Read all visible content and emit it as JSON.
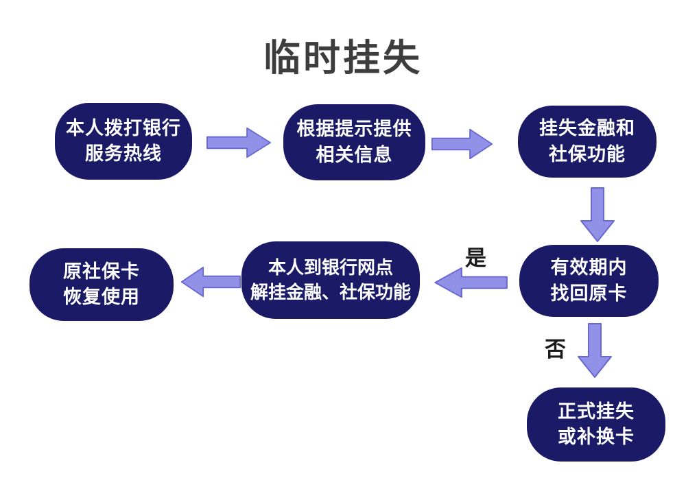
{
  "title": "临时挂失",
  "colors": {
    "page_bg": "#ffffff",
    "node_bg": "#1a1a66",
    "node_text": "#ffffff",
    "arrow_fill": "#9191e8",
    "arrow_stroke": "#6868d2",
    "title_color": "#3d3d3d",
    "edge_label_color": "#1a1a1a"
  },
  "nodes": [
    {
      "id": "call-bank-hotline",
      "lines": [
        "本人拨打银行",
        "服务热线"
      ]
    },
    {
      "id": "provide-info",
      "lines": [
        "根据提示提供",
        "相关信息"
      ]
    },
    {
      "id": "report-loss",
      "lines": [
        "挂失金融和",
        "社保功能"
      ]
    },
    {
      "id": "find-original-card",
      "lines": [
        "有效期内",
        "找回原卡"
      ]
    },
    {
      "id": "unfreeze-functions",
      "lines": [
        "本人到银行网点",
        "解挂金融、社保功能"
      ]
    },
    {
      "id": "resume-card-use",
      "lines": [
        "原社保卡",
        "恢复使用"
      ]
    },
    {
      "id": "formal-loss-or-replace",
      "lines": [
        "正式挂失",
        "或补换卡"
      ]
    }
  ],
  "edge_labels": {
    "yes": "是",
    "no": "否"
  }
}
